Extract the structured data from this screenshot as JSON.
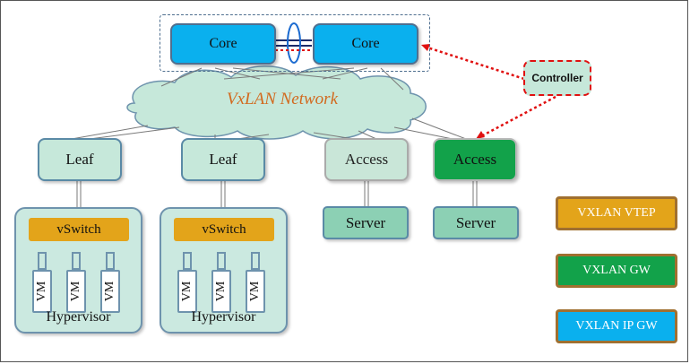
{
  "network_label": "VxLAN Network",
  "core": [
    {
      "label": "Core"
    },
    {
      "label": "Core"
    }
  ],
  "controller": {
    "label": "Controller"
  },
  "leaf": [
    {
      "label": "Leaf"
    },
    {
      "label": "Leaf"
    }
  ],
  "access": [
    {
      "label": "Access"
    },
    {
      "label": "Access"
    }
  ],
  "server": [
    {
      "label": "Server"
    },
    {
      "label": "Server"
    }
  ],
  "hosts": [
    {
      "vswitch": "vSwitch",
      "vms": [
        "VM",
        "VM",
        "VM"
      ],
      "hypervisor": "Hypervisor"
    },
    {
      "vswitch": "vSwitch",
      "vms": [
        "VM",
        "VM",
        "VM"
      ],
      "hypervisor": "Hypervisor"
    }
  ],
  "legend": [
    {
      "label": "VXLAN VTEP",
      "color": "#e3a41a"
    },
    {
      "label": "VXLAN GW",
      "color": "#12a24a"
    },
    {
      "label": "VXLAN IP GW",
      "color": "#0ab0ee"
    }
  ],
  "colors": {
    "core": "#0ab0ee",
    "leaf": "#c6e8da",
    "access_gw": "#12a24a",
    "vswitch": "#e3a41a",
    "controller_link": "#e01010"
  }
}
